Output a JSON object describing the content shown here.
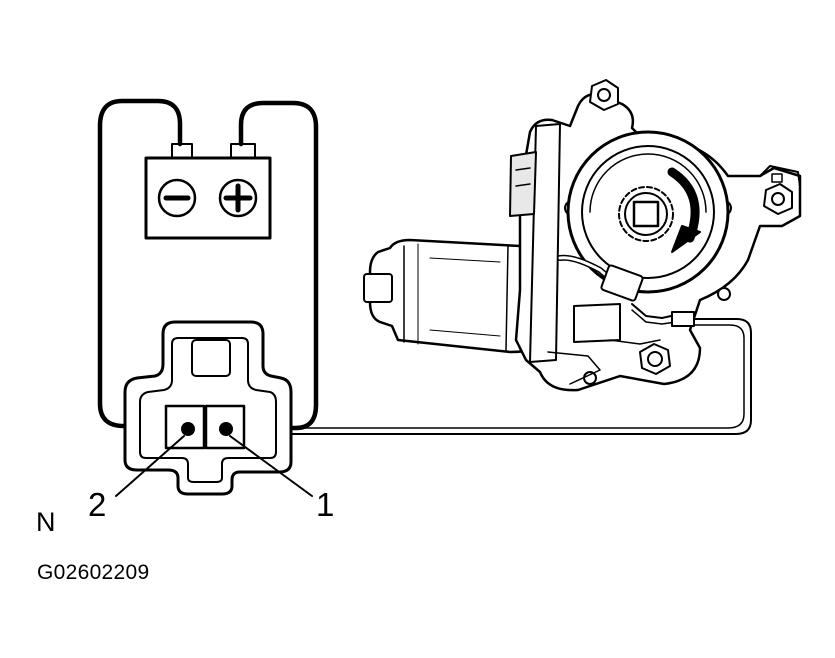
{
  "diagram": {
    "view_marker": "N",
    "figure_code": "G02602209",
    "terminals": {
      "left": "2",
      "right": "1"
    },
    "battery": {
      "negative_symbol": "−",
      "positive_symbol": "+"
    },
    "colors": {
      "ink": "#000000",
      "paper": "#ffffff",
      "fill": "#e8e8e8"
    }
  }
}
